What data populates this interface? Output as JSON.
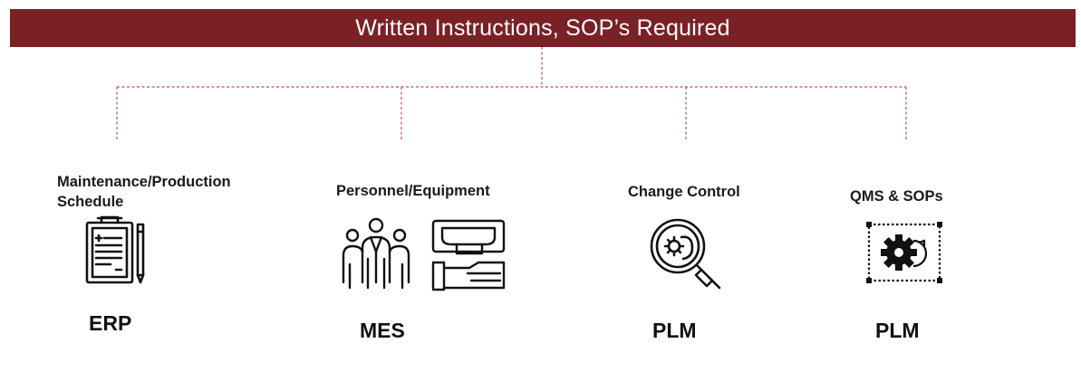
{
  "banner": {
    "title": "Written Instructions, SOP’s Required"
  },
  "nodes": [
    {
      "label_line1": "Maintenance/Production",
      "label_line2": "Schedule",
      "system": "ERP",
      "icon": "clipboard-schedule-icon"
    },
    {
      "label": "Personnel/Equipment",
      "system": "MES",
      "icon": "personnel-equipment-icon"
    },
    {
      "label": "Change Control",
      "system": "PLM",
      "icon": "magnifier-microbe-icon"
    },
    {
      "label": "QMS & SOPs",
      "system": "PLM",
      "icon": "gear-process-icon"
    }
  ],
  "colors": {
    "banner": "#7a2126",
    "connector": "#c0504d",
    "icon": "#111111"
  }
}
